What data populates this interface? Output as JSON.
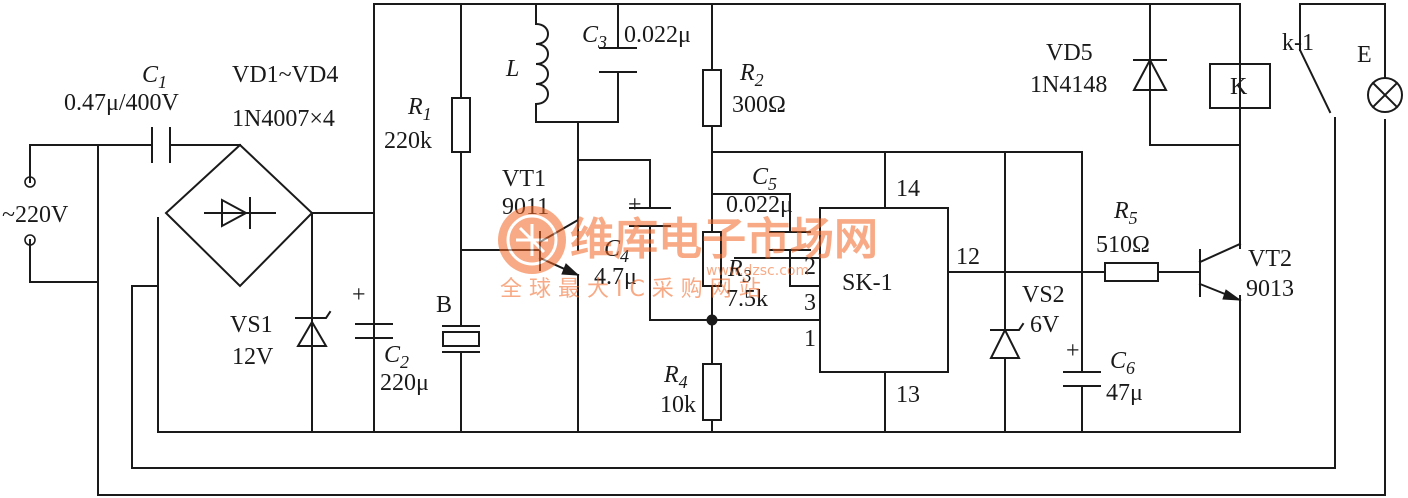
{
  "labels": {
    "c1_name": "C",
    "c1_sub": "1",
    "c1_value": "0.47μ/400V",
    "bridge_name": "VD1~VD4",
    "bridge_value": "1N4007×4",
    "ac_source": "~220V",
    "vs1_name": "VS1",
    "vs1_value": "12V",
    "c2_name": "C",
    "c2_sub": "2",
    "c2_value": "220μ",
    "r1_name": "R",
    "r1_sub": "1",
    "r1_value": "220k",
    "b_name": "B",
    "vt1_name": "VT1",
    "vt1_value": "9011",
    "l_name": "L",
    "c3_name": "C",
    "c3_sub": "3",
    "c3_value": "0.022μ",
    "r2_name": "R",
    "r2_sub": "2",
    "r2_value": "300Ω",
    "c4_name": "C",
    "c4_sub": "4",
    "c4_value": "4.7μ",
    "c5_name": "C",
    "c5_sub": "5",
    "c5_value": "0.022μ",
    "r3_name": "R",
    "r3_sub": "3",
    "r3_value": "7.5k",
    "r4_name": "R",
    "r4_sub": "4",
    "r4_value": "10k",
    "ic_name": "SK-1",
    "pin14": "14",
    "pin13": "13",
    "pin12": "12",
    "pin1": "1",
    "pin2": "2",
    "pin3": "3",
    "vs2_name": "VS2",
    "vs2_value": "6V",
    "c6_name": "C",
    "c6_sub": "6",
    "c6_value": "47μ",
    "r5_name": "R",
    "r5_sub": "5",
    "r5_value": "510Ω",
    "vt2_name": "VT2",
    "vt2_value": "9013",
    "vd5_name": "VD5",
    "vd5_value": "1N4148",
    "relay_name": "K",
    "switch_name": "k-1",
    "lamp_name": "E",
    "plus": "+"
  },
  "watermark": {
    "title": "维库电子市场网",
    "url": "www.dzsc.com",
    "subtitle": "全 球 最 大 I C 采 购 网 站",
    "color": "#f26522"
  }
}
